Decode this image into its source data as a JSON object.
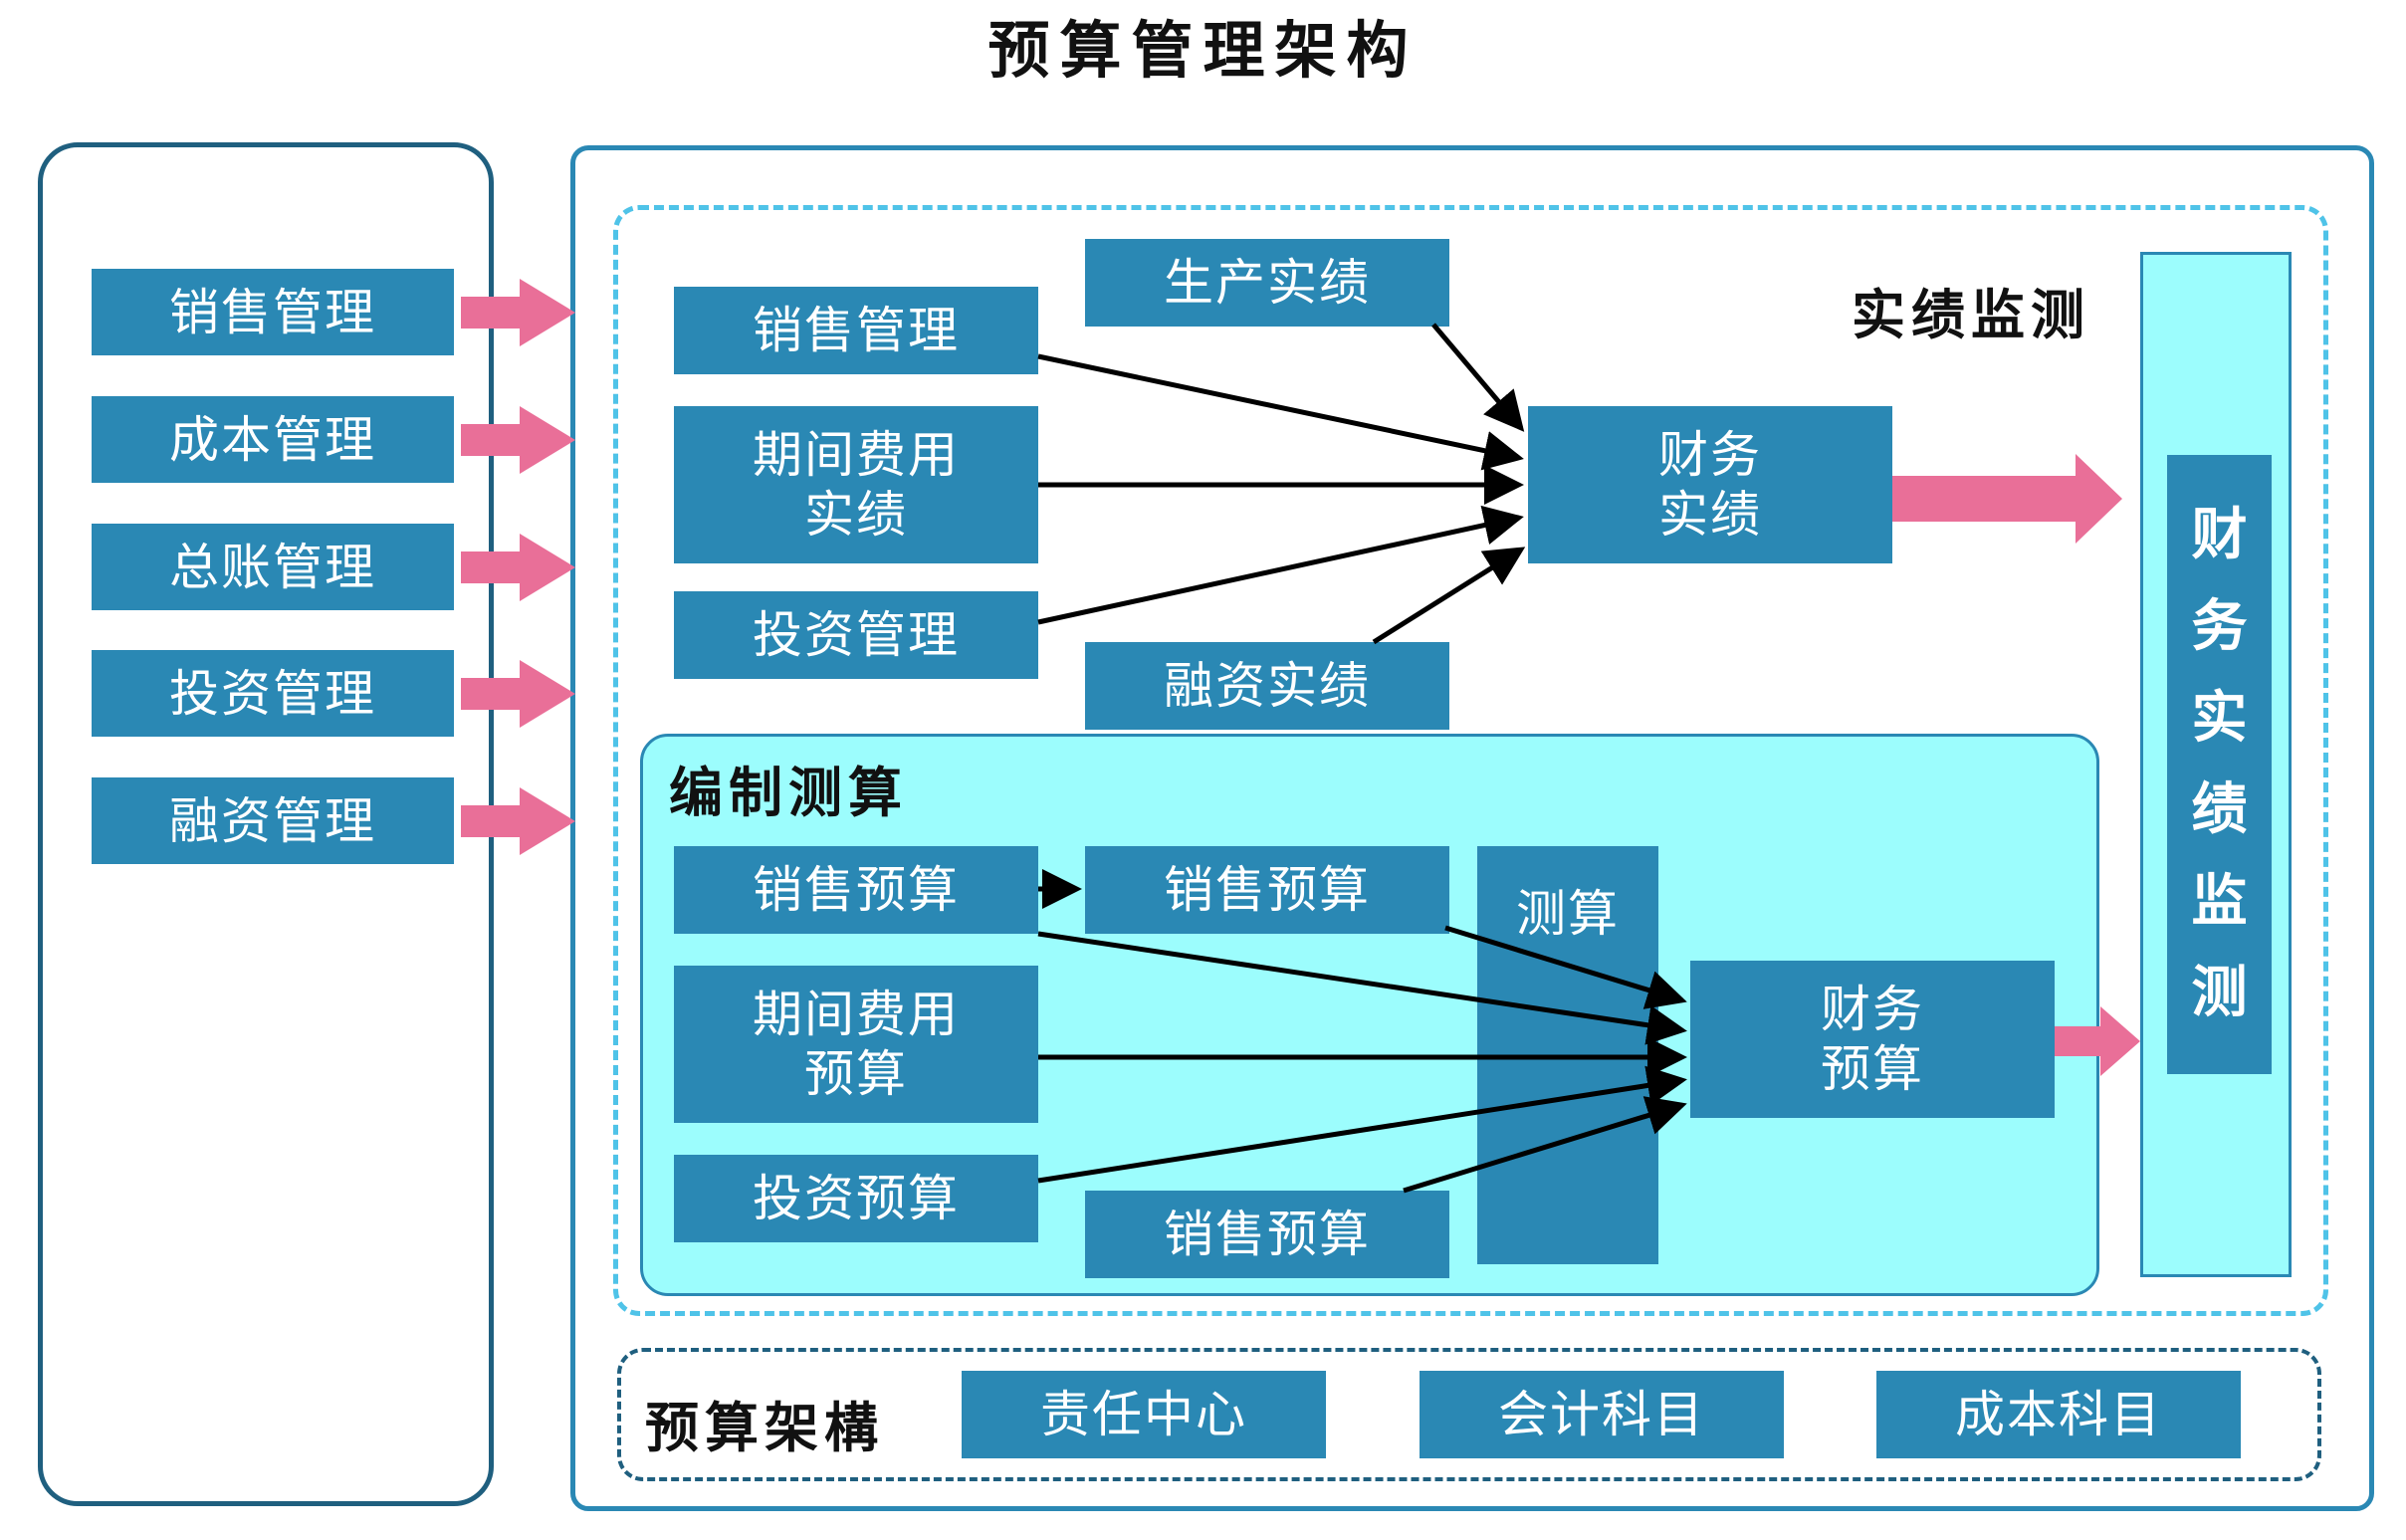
{
  "title": "预算管理架构",
  "left_modules": [
    "销售管理",
    "成本管理",
    "总账管理",
    "投资管理",
    "融资管理"
  ],
  "actual": {
    "section_label": "实绩监测",
    "sources": [
      "销售管理",
      "期间费用\n实绩",
      "投资管理"
    ],
    "side_sources": [
      "生产实绩",
      "融资实绩"
    ],
    "target": "财务\n实绩"
  },
  "budget": {
    "section_label": "编制测算",
    "sources": [
      "销售预算",
      "期间费用\n预算",
      "投资预算"
    ],
    "side_sources": [
      "销售预算",
      "销售预算"
    ],
    "calc_label": "测算",
    "target": "财务\n预算"
  },
  "monitor": {
    "label_chars": [
      "财",
      "务",
      "实",
      "绩",
      "监",
      "测"
    ]
  },
  "structure": {
    "label": "预算架構",
    "items": [
      "责任中心",
      "会计科目",
      "成本科目"
    ]
  },
  "colors": {
    "box": "#2a88b4",
    "panel_fill": "#9cfdfd",
    "flow_arrow": "#e96f98",
    "frame": "#1f5f7f",
    "dash": "#4fc3e8"
  }
}
